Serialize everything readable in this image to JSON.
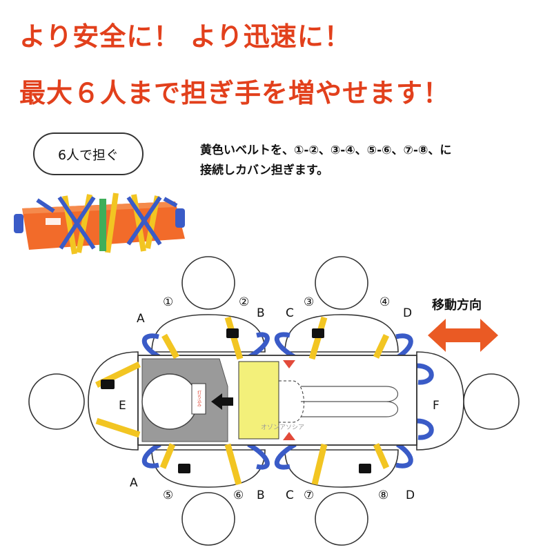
{
  "headline1": "より安全に！ より迅速に！",
  "headline2": "最大６人まで担ぎ手を増やせます！",
  "pill_label": "6人で担ぐ",
  "instruction_line1": "黄色いベルトを、①-②、③-④、⑤-⑥、⑦-⑧、に",
  "instruction_line2": "接続しカバン担ぎます。",
  "direction_label": "移動方向",
  "stretcher_tag": "打ち込み",
  "watermark": "オゾンアソシア",
  "colors": {
    "headline": "#e2401c",
    "stretcher_orange": "#f26b2a",
    "strap_yellow": "#f2c522",
    "strap_blue": "#3a5bc7",
    "pad_yellow": "#f3f07a",
    "head_pad_gray": "#9a9a9a",
    "arrow_orange": "#ea5a24",
    "marker_red": "#e24a3a"
  },
  "person_labels": {
    "A_top": "A",
    "B_top": "B",
    "C_top": "C",
    "D_top": "D",
    "E": "E",
    "F": "F",
    "A_bottom": "A",
    "B_bottom": "B",
    "C_bottom": "C",
    "D_bottom": "D"
  },
  "belt_numbers": {
    "n1": "①",
    "n2": "②",
    "n3": "③",
    "n4": "④",
    "n5": "⑤",
    "n6": "⑥",
    "n7": "⑦",
    "n8": "⑧"
  }
}
